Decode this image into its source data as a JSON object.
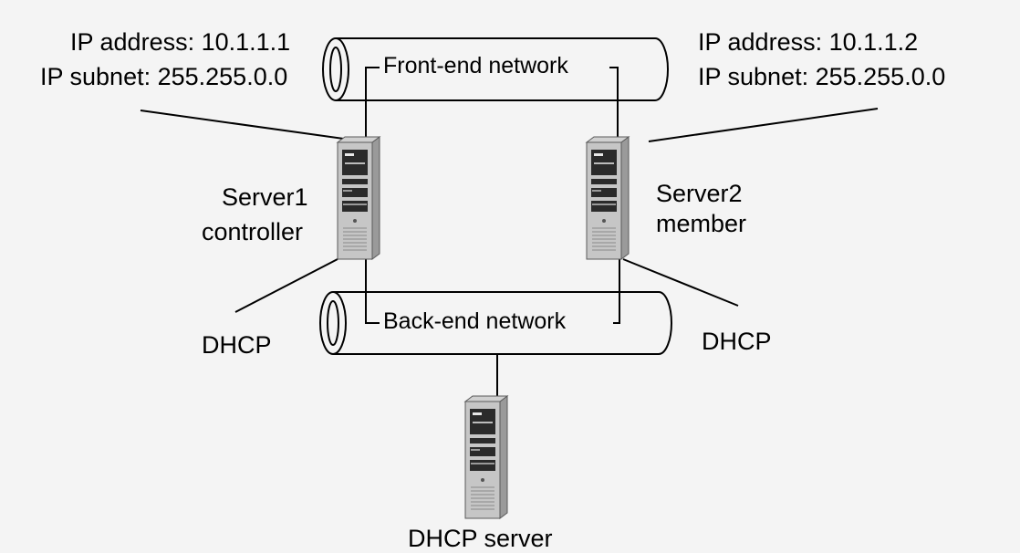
{
  "server1": {
    "ip_address": "IP address: 10.1.1.1",
    "ip_subnet": "IP subnet: 255.255.0.0",
    "name": "Server1",
    "role": "controller",
    "dhcp": "DHCP"
  },
  "server2": {
    "ip_address": "IP address: 10.1.1.2",
    "ip_subnet": "IP subnet: 255.255.0.0",
    "name": "Server2",
    "role": "member",
    "dhcp": "DHCP"
  },
  "networks": {
    "front_end": "Front-end network",
    "back_end": "Back-end network"
  },
  "dhcp_server": {
    "name": "DHCP server"
  }
}
